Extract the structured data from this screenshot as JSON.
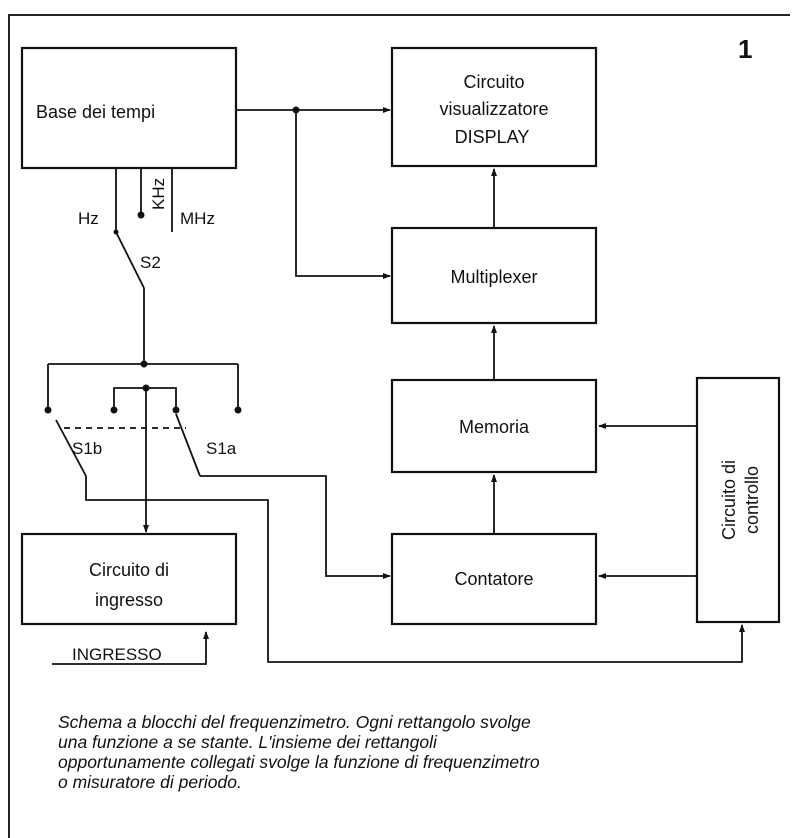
{
  "figure_number": "1",
  "blocks": {
    "base_tempi": "Base dei tempi",
    "display": [
      "Circuito",
      "visualizzatore",
      "DISPLAY"
    ],
    "multiplexer": "Multiplexer",
    "memoria": "Memoria",
    "contatore": "Contatore",
    "controllo": [
      "Circuito di",
      "controllo"
    ],
    "ingresso_circuit": [
      "Circuito di",
      "ingresso"
    ]
  },
  "labels": {
    "hz": "Hz",
    "khz": "KHz",
    "mhz": "MHz",
    "s2": "S2",
    "s1a": "S1a",
    "s1b": "S1b",
    "ingresso": "INGRESSO"
  },
  "caption": [
    "Schema a blocchi del frequenzimetro. Ogni rettangolo svolge",
    "una funzione a se stante. L'insieme dei rettangoli",
    "opportunamente collegati svolge la funzione di frequenzimetro",
    "o misuratore di periodo."
  ]
}
